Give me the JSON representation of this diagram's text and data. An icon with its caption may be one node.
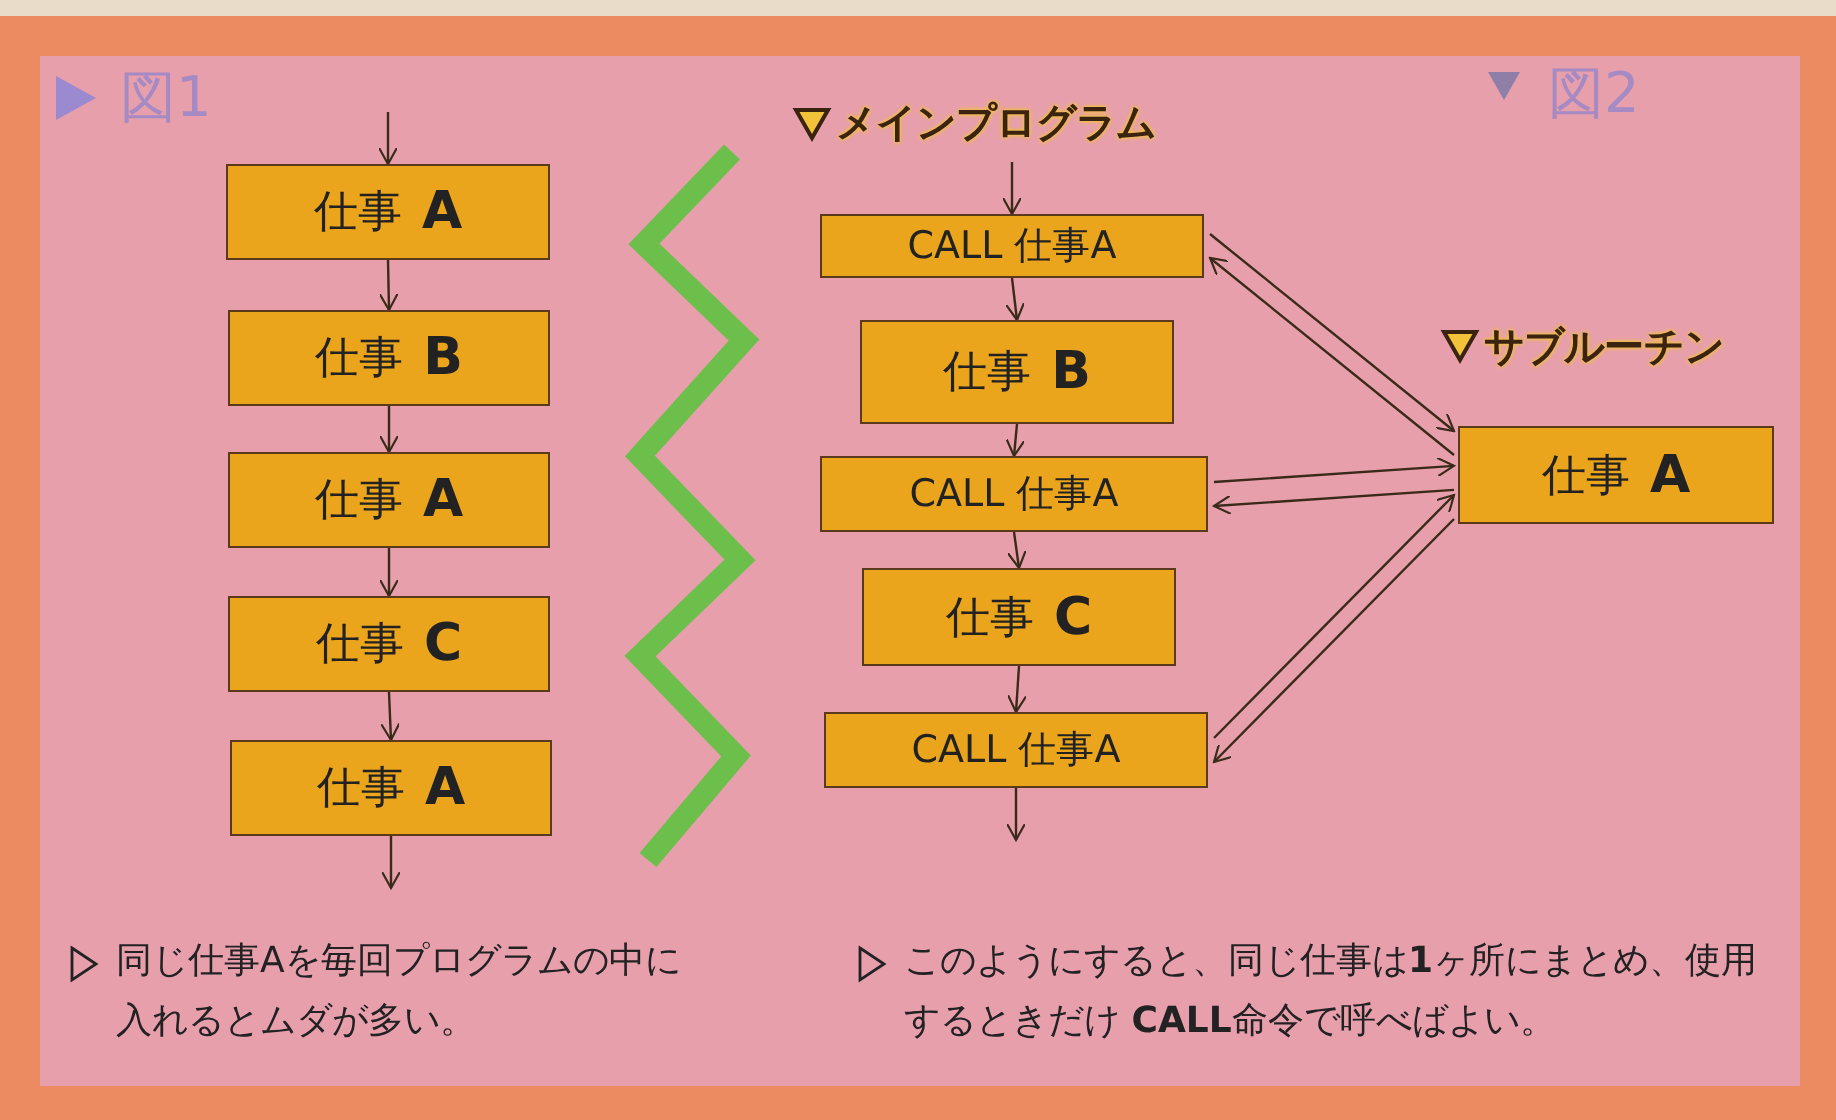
{
  "diagram": {
    "nodes": [
      {
        "text": [
          "仕事 **A**"
        ]
      },
      {
        "text": [
          "仕事 **B**"
        ]
      },
      {
        "text": [
          "仕事 **A**"
        ]
      },
      {
        "text": [
          "仕事 **C**"
        ]
      },
      {
        "text": [
          "仕事 **A**"
        ]
      },
      {
        "text": [
          "CALL 仕事A"
        ]
      },
      {
        "text": [
          "仕事 **B**"
        ]
      },
      {
        "text": [
          "CALL 仕事A"
        ]
      },
      {
        "text": [
          "仕事 **C**"
        ]
      },
      {
        "text": [
          "CALL 仕事A"
        ]
      },
      {
        "text": [
          "仕事 **A**"
        ]
      }
    ],
    "edges": [
      {
        "from": null,
        "to": 0,
        "arrow": "to"
      },
      {
        "from": 0,
        "to": 1,
        "arrow": "to"
      },
      {
        "from": 1,
        "to": 2,
        "arrow": "to"
      },
      {
        "from": 2,
        "to": 3,
        "arrow": "to"
      },
      {
        "from": 3,
        "to": 4,
        "arrow": "to"
      },
      {
        "from": 4,
        "to": null,
        "arrow": "to"
      },
      {
        "from": null,
        "to": 5,
        "arrow": "to"
      },
      {
        "from": 5,
        "to": 6,
        "arrow": "to"
      },
      {
        "from": 6,
        "to": 7,
        "arrow": "to"
      },
      {
        "from": 7,
        "to": 8,
        "arrow": "to"
      },
      {
        "from": 8,
        "to": 9,
        "arrow": "to"
      },
      {
        "from": 9,
        "to": null,
        "arrow": "to"
      },
      {
        "from": 5,
        "to": 10,
        "arrow": "to"
      },
      {
        "from": 10,
        "to": 5,
        "arrow": "to"
      },
      {
        "from": 7,
        "to": 10,
        "arrow": "to"
      },
      {
        "from": 10,
        "to": 7,
        "arrow": "to"
      },
      {
        "from": 9,
        "to": 10,
        "arrow": "to"
      },
      {
        "from": 10,
        "to": 9,
        "arrow": "to"
      }
    ],
    "labels": [
      "図1",
      "メインプログラム",
      "図2",
      "サブルーチン",
      "同じ仕事Aを毎回プログラムの中に入れるとムダが多い。",
      "このようにすると、同じ仕事は**1**ヶ所にまとめ、使用するときだけ **CALL**命令で呼べばよい。"
    ]
  }
}
